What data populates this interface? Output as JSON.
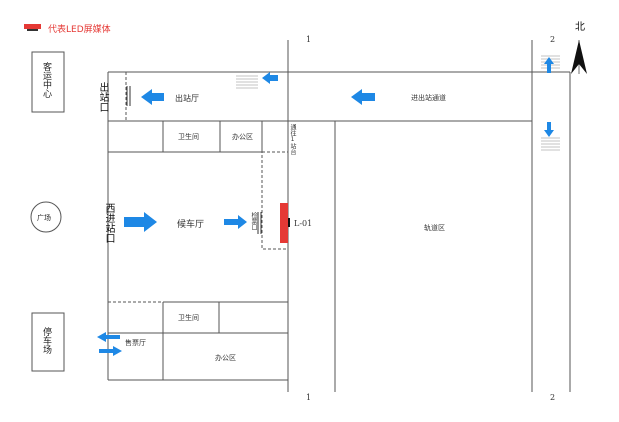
{
  "legend": {
    "text": "代表LED屏媒体",
    "color": "#e53935"
  },
  "compass": {
    "label": "北"
  },
  "axes": {
    "top_1": "1",
    "top_2": "2",
    "bottom_1": "1",
    "bottom_2": "2"
  },
  "areas": {
    "dispatch_center": "客运中心",
    "square": "广场",
    "parking": "停车场",
    "exit_hall": "出站厅",
    "exit_passage": "进出站通道",
    "restroom_top": "卫生间",
    "office_top": "办公区",
    "waiting_hall": "候车厅",
    "track_area": "轨道区",
    "restroom_bottom": "卫生间",
    "ticket_hall": "售票厅",
    "office_bottom": "办公区"
  },
  "gates": {
    "exit_gate": "出站口",
    "west_entrance": "西进站口",
    "check_gate": "检票口",
    "passage_gate": "通往1站台"
  },
  "led": {
    "label": "L-01"
  },
  "colors": {
    "arrow": "#1e88e5",
    "led": "#e53935",
    "line": "#555555"
  }
}
